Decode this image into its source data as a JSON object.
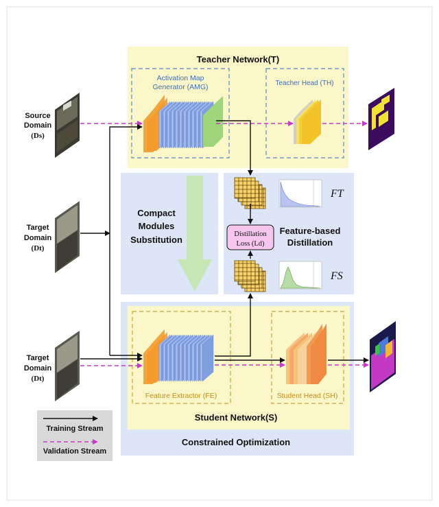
{
  "teacher": {
    "title": "Teacher Network(T)",
    "amg_line1": "Activation Map",
    "amg_line2": "Generator (AMG)",
    "head": "Teacher Head (TH)"
  },
  "inputs": {
    "source_line1": "Source",
    "source_line2": "Domain",
    "source_line3": "(Ds)",
    "target1_line1": "Target",
    "target1_line2": "Domain",
    "target1_line3": "(Dt)",
    "target2_line1": "Target",
    "target2_line2": "Domain",
    "target2_line3": "(Dt)"
  },
  "compact": {
    "line1": "Compact",
    "line2": "Modules",
    "line3": "Substitution"
  },
  "distill": {
    "label_line1": "Feature-based",
    "label_line2": "Distillation",
    "loss_line1": "Distillation",
    "loss_line2": "Loss (Ld)",
    "ft": "FT",
    "fs": "FS"
  },
  "student": {
    "fe": "Feature Extractor (FE)",
    "sh": "Student Head (SH)",
    "title": "Student Network(S)",
    "constrained": "Constrained Optimization"
  },
  "legend": {
    "training": "Training Stream",
    "validation": "Validation Stream"
  },
  "colors": {
    "teacher_bg": "#fbf7c8",
    "compact_bg": "#dde6f6",
    "student_bg": "#dde6f6",
    "student_inner": "#fbf7c8",
    "blue_dash": "#5b86c6",
    "orange_dash": "#c9a23a",
    "validation": "#c43ac4",
    "loss_box": "#f7c6ef",
    "arrow_green": "#c6e6b4"
  }
}
